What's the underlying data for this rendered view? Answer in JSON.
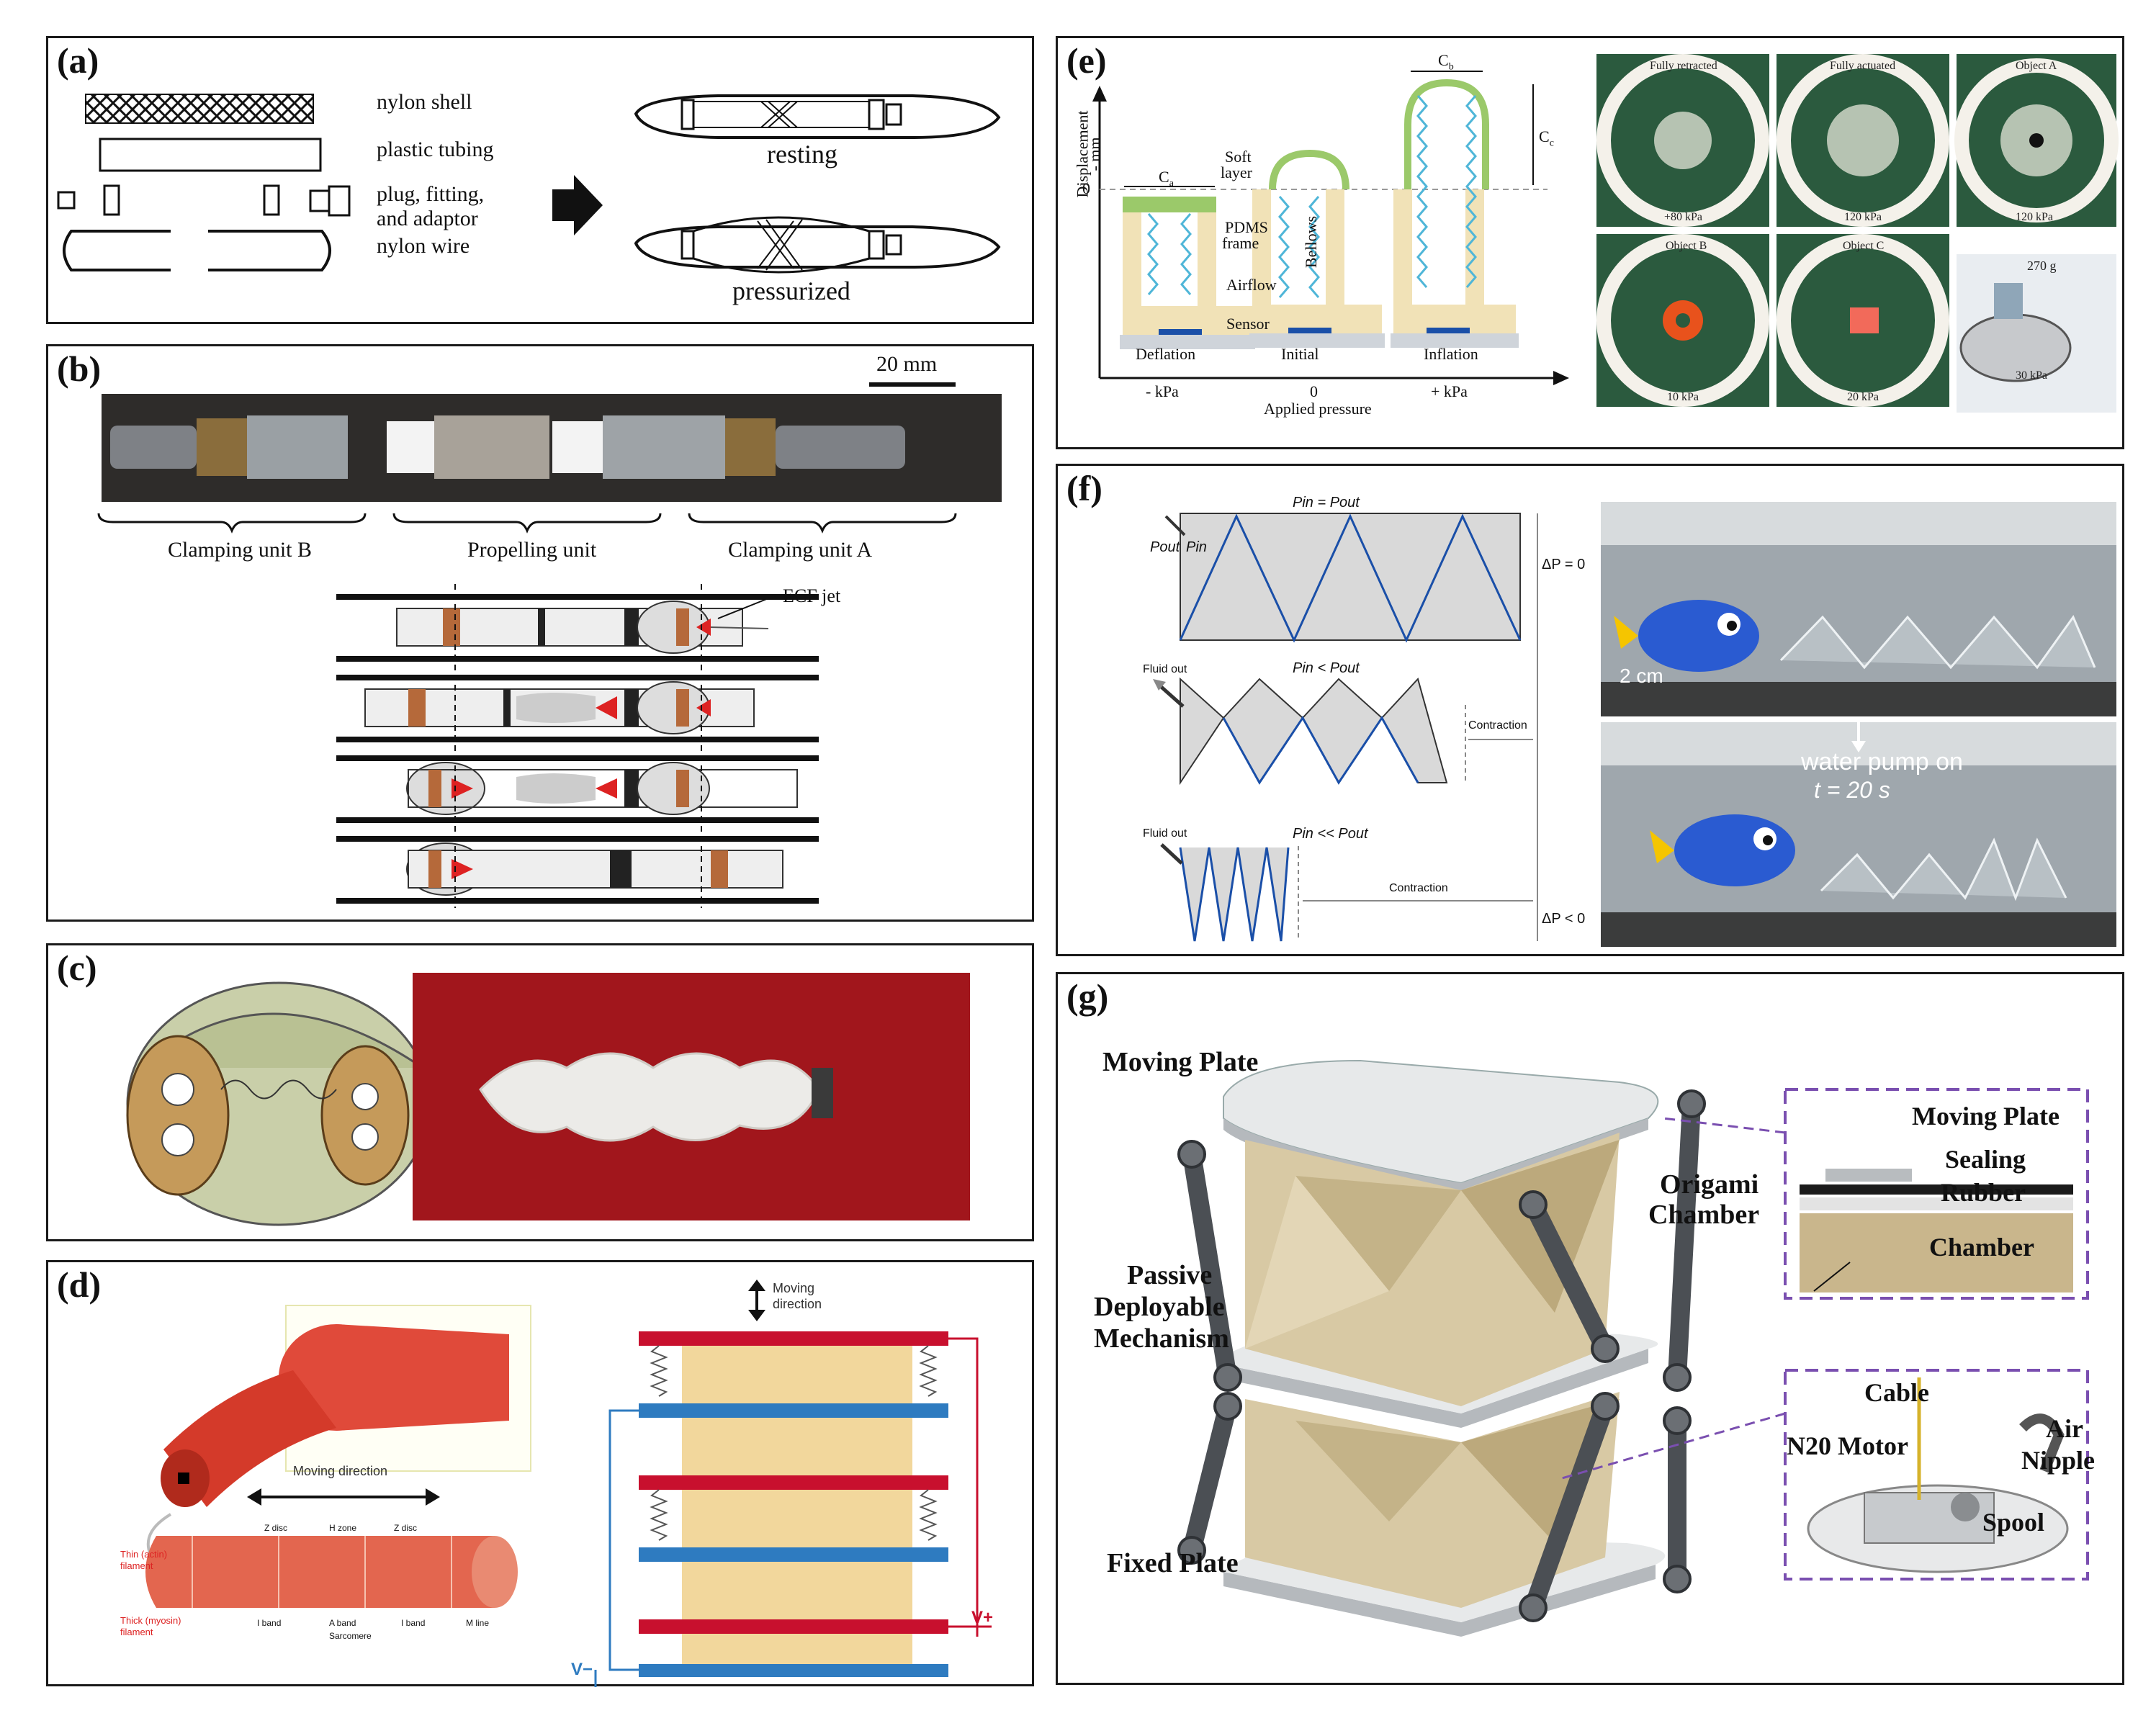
{
  "panels": {
    "a": {
      "label": "(a)",
      "legend": [
        "nylon shell",
        "plastic tubing",
        "plug, fitting,",
        "and adaptor",
        "nylon wire"
      ],
      "states": [
        "resting",
        "pressurized"
      ]
    },
    "b": {
      "label": "(b)",
      "scale_bar": "20 mm",
      "units": [
        "Clamping unit B",
        "Propelling unit",
        "Clamping unit A"
      ],
      "jet_label": "ECF jet"
    },
    "c": {
      "label": "(c)"
    },
    "d": {
      "label": "(d)",
      "moving_direction": "Moving direction",
      "moving_direction_2": [
        "Moving",
        "direction"
      ],
      "filaments": [
        "Thin (actin)",
        "filament",
        "Thick (myosin)",
        "filament"
      ],
      "bands": [
        "Z disc",
        "H zone",
        "Z disc",
        "I band",
        "A band",
        "I band",
        "M line",
        "Sarcomere"
      ],
      "voltage_pos": "V+",
      "voltage_neg": "V−"
    },
    "e": {
      "label": "(e)",
      "y_axis": [
        "Displacement",
        "- mm"
      ],
      "y_zero": "0",
      "parts": [
        "Soft",
        "layer",
        "PDMS",
        "frame",
        "Bellows",
        "Airflow",
        "Sensor"
      ],
      "states": [
        "Deflation",
        "Initial",
        "Inflation"
      ],
      "pressures": [
        "- kPa",
        "0",
        "+ kPa"
      ],
      "x_axis": "Applied pressure",
      "dims": [
        "C",
        "a",
        "C",
        "b",
        "C",
        "c"
      ],
      "photos": [
        {
          "title": "Fully retracted",
          "pressure": "+80 kPa"
        },
        {
          "title": "Fully actuated",
          "pressure": "120 kPa"
        },
        {
          "title": "Object A",
          "pressure": "120 kPa"
        },
        {
          "title": "Object B",
          "pressure": "10 kPa"
        },
        {
          "title": "Object C",
          "pressure": "20 kPa"
        },
        {
          "title": "270 g",
          "pressure": "30 kPa"
        }
      ]
    },
    "f": {
      "label": "(f)",
      "eq1": "Pin = Pout",
      "eq2": "Pin < Pout",
      "eq3": "Pin << Pout",
      "pout": "Pout",
      "pin": "Pin",
      "fluid_out": "Fluid out",
      "contraction": "Contraction",
      "dp0": "ΔP = 0",
      "dplt": "ΔP < 0",
      "scale": "2 cm",
      "pump": "water pump on",
      "time": "t = 20 s"
    },
    "g": {
      "label": "(g)",
      "labels": [
        "Moving Plate",
        "Origami",
        "Chamber",
        "Passive",
        "Deployable",
        "Mechanism",
        "Fixed Plate"
      ],
      "inset1": [
        "Moving Plate",
        "Sealing",
        "Rubber",
        "Chamber"
      ],
      "inset2": [
        "Cable",
        "Air",
        "Nipple",
        "N20 Motor",
        "Spool"
      ]
    }
  }
}
